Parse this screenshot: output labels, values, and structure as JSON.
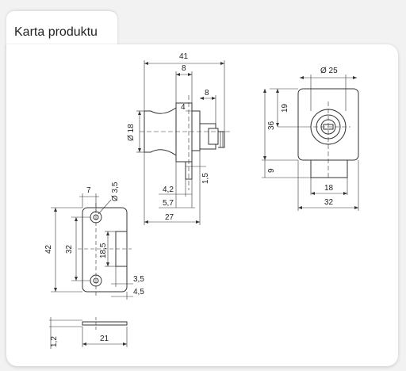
{
  "title": "Karta produktu",
  "dims": {
    "d41": "41",
    "d8a": "8",
    "d8b": "8",
    "d4": "4",
    "d18": "Ø 18",
    "d15": "1,5",
    "d42w": "4,2",
    "d57": "5,7",
    "d27": "27",
    "d25": "Ø 25",
    "d19": "19",
    "d36": "36",
    "d9": "9",
    "d18b": "18",
    "d32": "32",
    "d7": "7",
    "d35": "Ø 3,5",
    "d42": "42",
    "d32b": "32",
    "d185": "18,5",
    "d35b": "3,5",
    "d45": "4,5",
    "d12": "1,2",
    "d21": "21"
  }
}
